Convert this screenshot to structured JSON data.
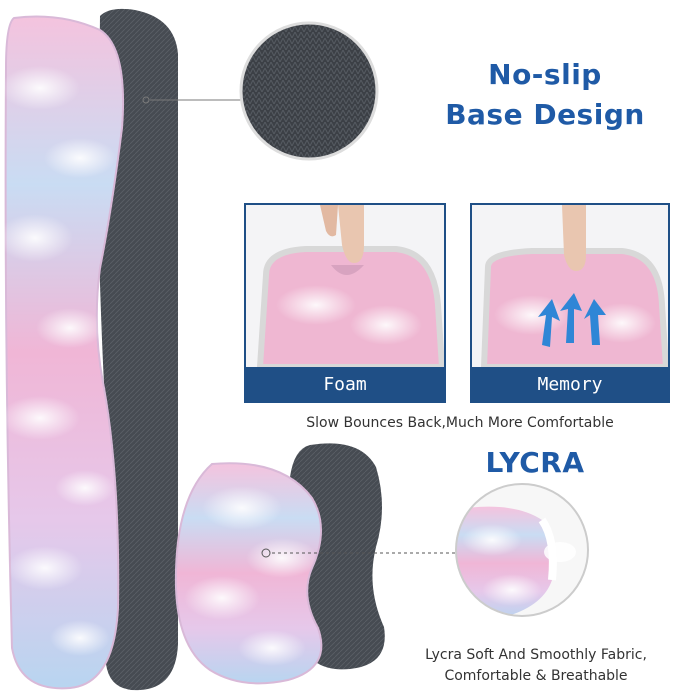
{
  "headline": {
    "line1": "No-slip",
    "line2": "Base Design"
  },
  "panels": {
    "foam": "Foam",
    "memory": "Memory"
  },
  "comfort_caption": "Slow Bounces Back,Much More Comfortable",
  "lycra": {
    "title": "LYCRA",
    "line1": "Lycra Soft And Smoothly Fabric,",
    "line2": "Comfortable & Breathable"
  },
  "colors": {
    "headline_blue": "#1f5aa6",
    "label_bar": "#1f4f86",
    "pad_base": "#3b3f45",
    "cloud_pink": "#f1b8d6",
    "cloud_blue": "#a9cdee"
  }
}
